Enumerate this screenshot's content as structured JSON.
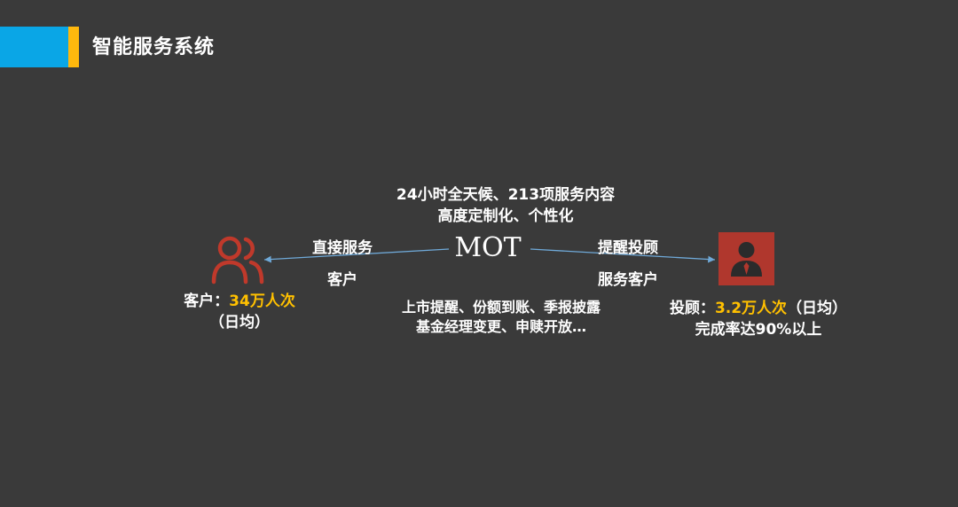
{
  "header": {
    "title": "智能服务系统"
  },
  "center": {
    "top_line1": "24小时全天候、213项服务内容",
    "top_line2": "高度定制化、个性化",
    "mot": "MOT",
    "bottom_line1": "上市提醒、份额到账、季报披露",
    "bottom_line2": "基金经理变更、申赎开放…"
  },
  "left_arrow": {
    "line1": "直接服务",
    "line2": "客户"
  },
  "right_arrow": {
    "line1": "提醒投顾",
    "line2": "服务客户"
  },
  "customer": {
    "prefix": "客户：",
    "value": "34万人次",
    "suffix": "（日均）",
    "icon": "users-icon"
  },
  "advisor": {
    "prefix": "投顾：",
    "value": "3.2万人次",
    "suffix": "（日均）",
    "line2": "完成率达90%以上",
    "icon": "advisor-person-icon"
  },
  "colors": {
    "background": "#3a3a3a",
    "accent_blue": "#0aa6e6",
    "accent_yellow": "#ffb80d",
    "highlight": "#ffc000",
    "icon_red": "#b0372d",
    "arrow": "#6fa9d8"
  }
}
